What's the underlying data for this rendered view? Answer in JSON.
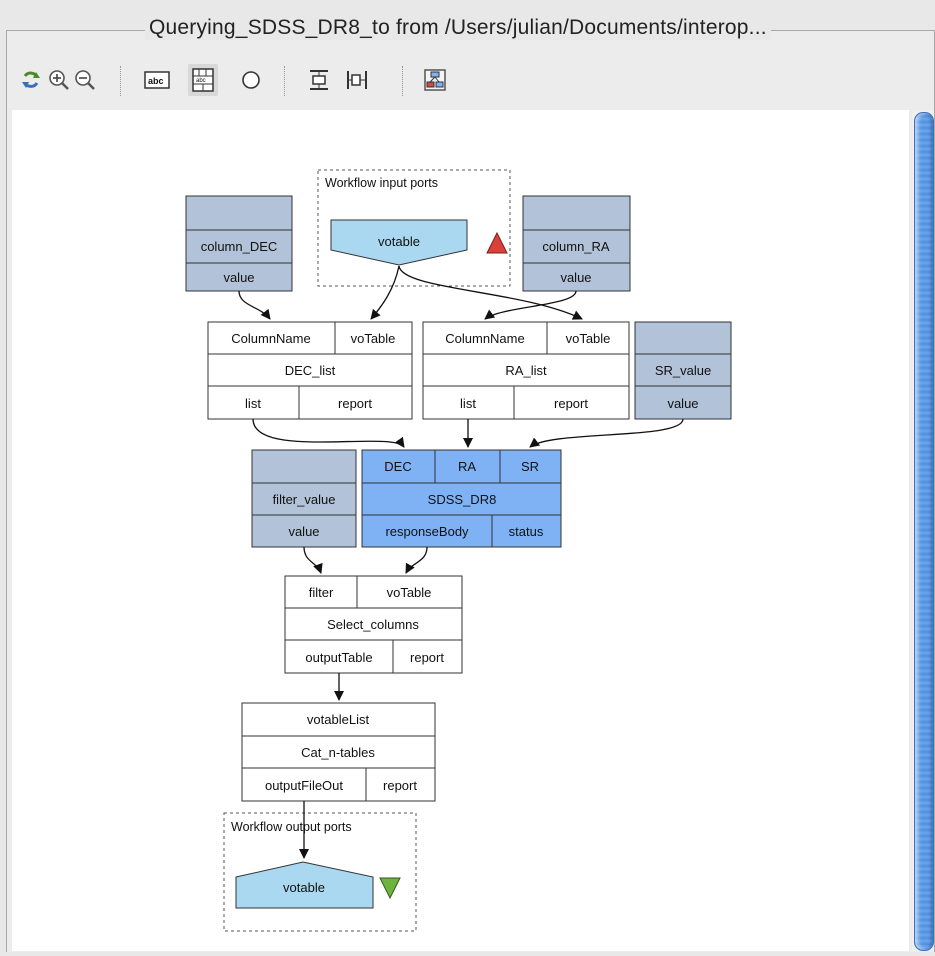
{
  "window": {
    "title": "Querying_SDSS_DR8_to from /Users/julian/Documents/interop..."
  },
  "toolbar": {
    "items": [
      "refresh-icon",
      "zoom-in-icon",
      "zoom-out-icon",
      "show-labels-icon",
      "show-ports-icon",
      "blob-view-icon",
      "align-vertical-icon",
      "align-horizontal-icon",
      "diagram-icon"
    ]
  },
  "diagram": {
    "input_group_label": "Workflow input ports",
    "output_group_label": "Workflow output ports",
    "input_port": "votable",
    "output_port": "votable",
    "column_dec": {
      "name": "column_DEC",
      "out": "value"
    },
    "column_ra": {
      "name": "column_RA",
      "out": "value"
    },
    "dec_list": {
      "in1": "ColumnName",
      "in2": "voTable",
      "name": "DEC_list",
      "out1": "list",
      "out2": "report"
    },
    "ra_list": {
      "in1": "ColumnName",
      "in2": "voTable",
      "name": "RA_list",
      "out1": "list",
      "out2": "report"
    },
    "sr_value": {
      "name": "SR_value",
      "out": "value"
    },
    "filter_value": {
      "name": "filter_value",
      "out": "value"
    },
    "sdss": {
      "in1": "DEC",
      "in2": "RA",
      "in3": "SR",
      "name": "SDSS_DR8",
      "out1": "responseBody",
      "out2": "status"
    },
    "select_columns": {
      "in1": "filter",
      "in2": "voTable",
      "name": "Select_columns",
      "out1": "outputTable",
      "out2": "report"
    },
    "cat": {
      "in1": "votableList",
      "name": "Cat_n-tables",
      "out1": "outputFileOut",
      "out2": "report"
    }
  },
  "colors": {
    "constant": "#b2c2d8",
    "service": "#7fb2f5",
    "port": "#a9d8f0",
    "input_triangle": "#d9413a",
    "output_triangle": "#6db33f"
  }
}
